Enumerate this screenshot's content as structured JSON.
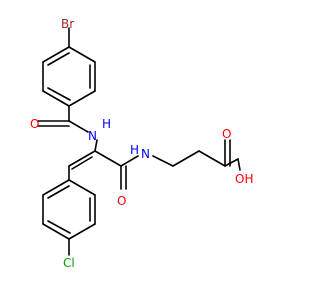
{
  "molecule": {
    "atoms": {
      "br": {
        "symbol": "Br"
      },
      "o1": {
        "symbol": "O"
      },
      "nh1": {
        "symbol": "H"
      },
      "n1": {
        "symbol": "N"
      },
      "nh2": {
        "symbol": "H"
      },
      "n2": {
        "symbol": "N"
      },
      "o2": {
        "symbol": "O"
      },
      "o3": {
        "symbol": "O"
      },
      "oh": {
        "symbol": "OH"
      },
      "cl": {
        "symbol": "Cl"
      }
    }
  },
  "colors": {
    "bond": "#000000",
    "Br": "#a52a2a",
    "O": "#ff0000",
    "N": "#0000ff",
    "Cl": "#00a000"
  }
}
